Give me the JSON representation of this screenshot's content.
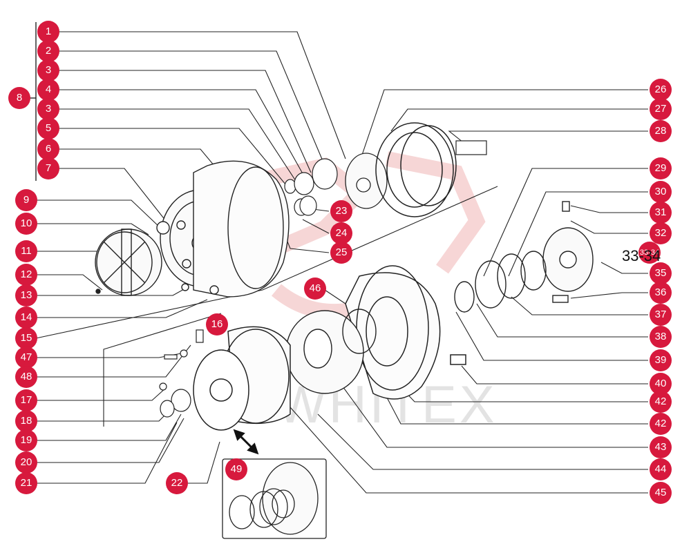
{
  "diagram": {
    "watermark_text": "WHITEX",
    "badge_color": "#d7193d",
    "line_color": "#222222",
    "watermark_color": "#e0e0e0",
    "watermark_logo_color": "#f3c6c6"
  },
  "callouts": [
    {
      "number": "1"
    },
    {
      "number": "2"
    },
    {
      "number": "3"
    },
    {
      "number": "4"
    },
    {
      "number": "3"
    },
    {
      "number": "5"
    },
    {
      "number": "6"
    },
    {
      "number": "7"
    },
    {
      "number": "8"
    },
    {
      "number": "9"
    },
    {
      "number": "10"
    },
    {
      "number": "11"
    },
    {
      "number": "12"
    },
    {
      "number": "13"
    },
    {
      "number": "14"
    },
    {
      "number": "15"
    },
    {
      "number": "16"
    },
    {
      "number": "47"
    },
    {
      "number": "48"
    },
    {
      "number": "17"
    },
    {
      "number": "18"
    },
    {
      "number": "19"
    },
    {
      "number": "20"
    },
    {
      "number": "21"
    },
    {
      "number": "22"
    },
    {
      "number": "49"
    },
    {
      "number": "23"
    },
    {
      "number": "24"
    },
    {
      "number": "25"
    },
    {
      "number": "26"
    },
    {
      "number": "27"
    },
    {
      "number": "28"
    },
    {
      "number": "29"
    },
    {
      "number": "30"
    },
    {
      "number": "31"
    },
    {
      "number": "32"
    },
    {
      "number": "33-34"
    },
    {
      "number": "35"
    },
    {
      "number": "36"
    },
    {
      "number": "37"
    },
    {
      "number": "38"
    },
    {
      "number": "39"
    },
    {
      "number": "40"
    },
    {
      "number": "42"
    },
    {
      "number": "42"
    },
    {
      "number": "43"
    },
    {
      "number": "44"
    },
    {
      "number": "45"
    },
    {
      "number": "46"
    }
  ],
  "side_label": "33-34"
}
